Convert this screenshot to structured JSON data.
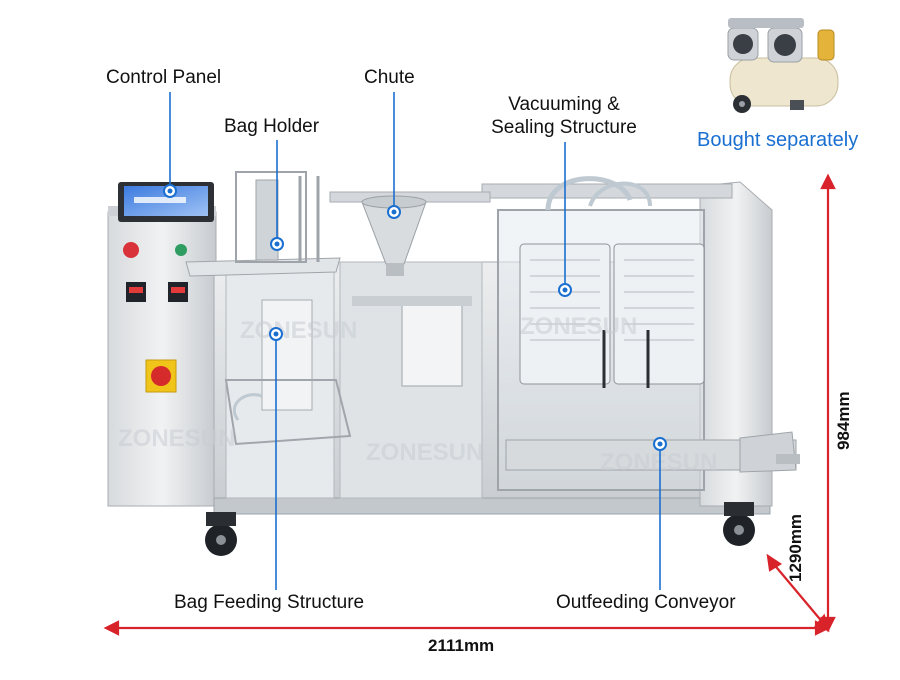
{
  "labels": {
    "control_panel": "Control Panel",
    "bag_holder": "Bag Holder",
    "chute": "Chute",
    "vacuuming_line1": "Vacuuming &",
    "vacuuming_line2": "Sealing Structure",
    "bag_feeding": "Bag Feeding Structure",
    "outfeeding": "Outfeeding Conveyor"
  },
  "note": {
    "bought_separately": "Bought separately"
  },
  "dimensions": {
    "width": "2111mm",
    "height": "984mm",
    "depth": "1290mm"
  },
  "watermark": "ZONESUN",
  "colors": {
    "callout_line": "#1a6fd1",
    "dimension_arrow": "#d9232b",
    "note_text": "#1a6fd1"
  }
}
